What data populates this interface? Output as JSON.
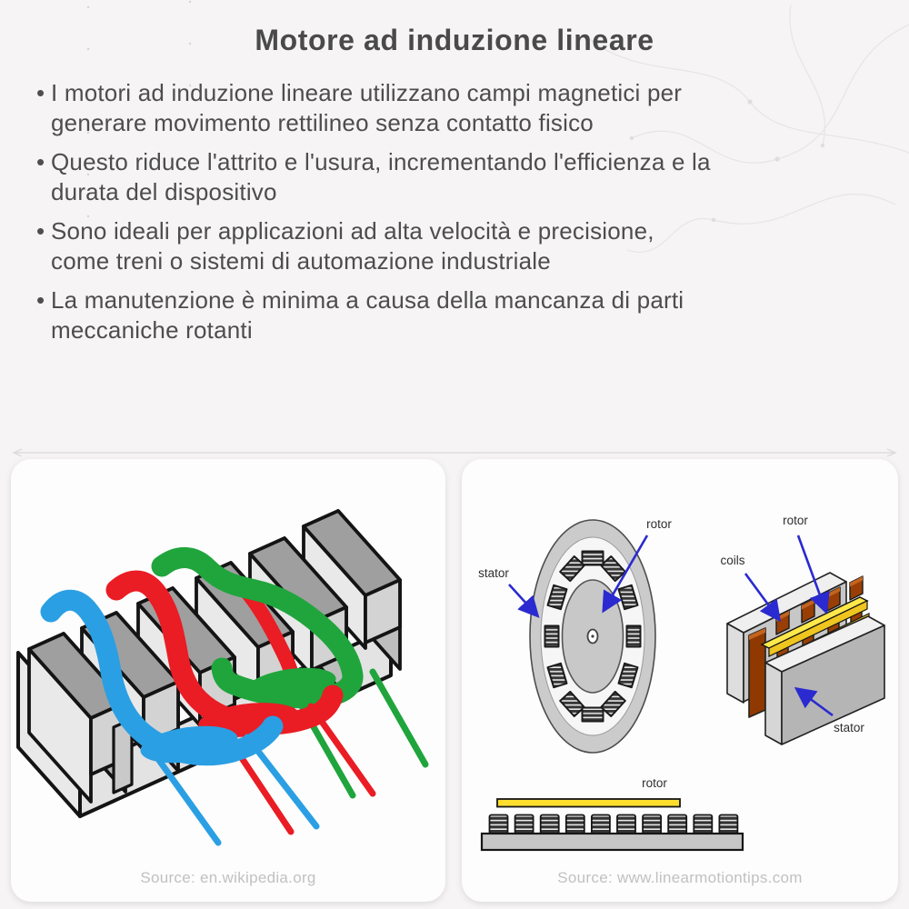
{
  "page": {
    "title": "Motore ad induzione lineare"
  },
  "bullets": [
    {
      "lines": [
        "I motori ad induzione lineare utilizzano campi magnetici per",
        "generare movimento rettilineo senza contatto fisico"
      ]
    },
    {
      "lines": [
        "Questo riduce l'attrito e l'usura, incrementando l'efficienza e la",
        "durata del dispositivo"
      ]
    },
    {
      "lines": [
        "Sono ideali per applicazioni ad alta velocità e precisione,",
        "come treni o sistemi di automazione industriale"
      ]
    },
    {
      "lines": [
        "La manutenzione è minima a causa della mancanza di parti",
        "meccaniche rotanti"
      ]
    }
  ],
  "panels": {
    "left": {
      "source": "Source: en.wikipedia.org",
      "phase_colors": {
        "phase_a": "#2B9FE3",
        "phase_b": "#EA1C24",
        "phase_c": "#1FA53C"
      }
    },
    "right": {
      "source": "Source: www.linearmotiontips.com",
      "labels": {
        "rotary_stator": "stator",
        "rotary_rotor": "rotor",
        "coils": "coils",
        "linear_rotor": "rotor",
        "linear_stator": "stator",
        "flat_rotor": "rotor"
      },
      "accent_arrow_color": "#2a2ad0",
      "rotor_color": "#FFDE2E",
      "coil_color": "#993F05"
    }
  }
}
